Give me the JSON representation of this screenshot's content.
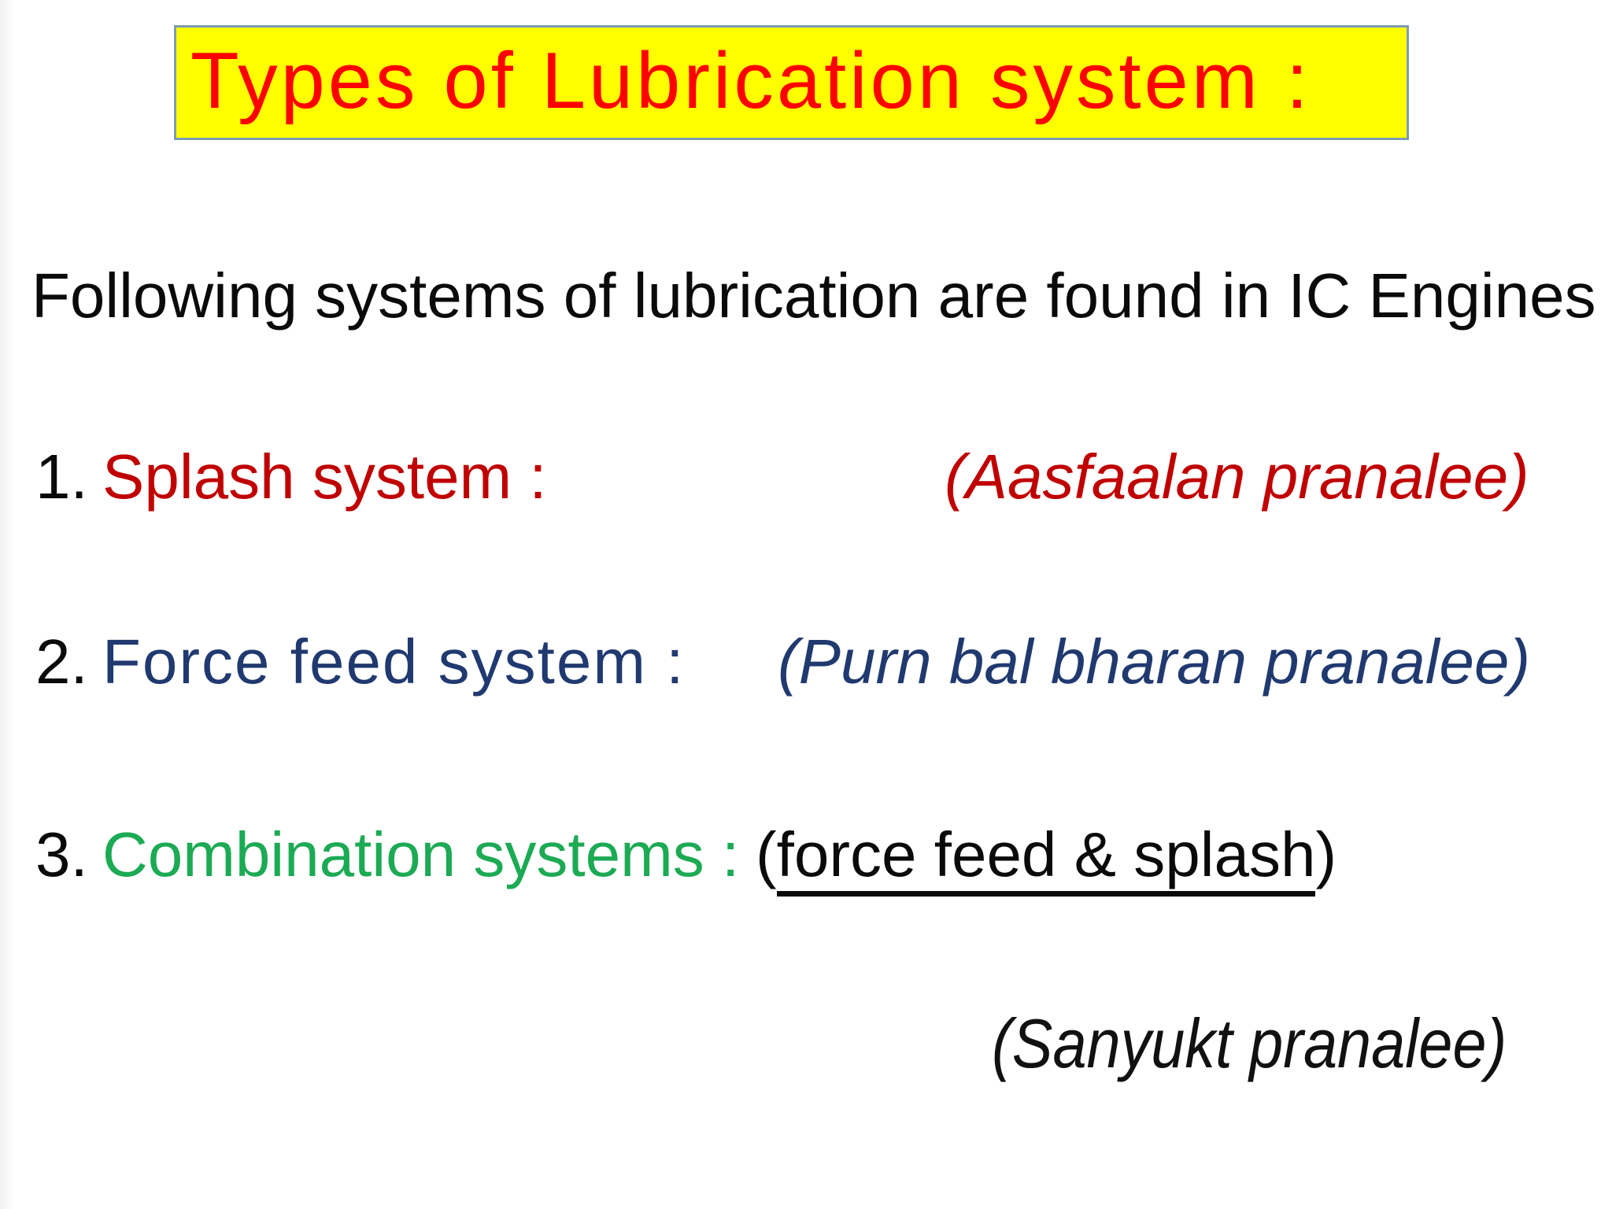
{
  "slide": {
    "background": "#ffffff",
    "title": {
      "text": "Types of Lubrication system :",
      "text_color": "#fe0000",
      "box_fill": "#ffff00",
      "box_border_color": "#7e9cb4"
    },
    "intro": {
      "text": "Following systems of lubrication are found in IC Engines",
      "color": "#0a0a0a"
    },
    "items": [
      {
        "number": "1.",
        "label": "Splash system :",
        "color": "#c00000",
        "translit": "(Aasfaalan pranalee)"
      },
      {
        "number": "2.",
        "label": "Force feed system :",
        "color": "#203a70",
        "translit": "(Purn bal bharan pranalee)"
      },
      {
        "number": "3.",
        "label": "Combination systems :",
        "color": "#1caa54",
        "note_open": "(",
        "note_underlined": "force feed & splash",
        "note_close": ")",
        "note_color": "#0a0a0a",
        "translit": "(Sanyukt pranalee)",
        "translit_color": "#111111"
      }
    ]
  }
}
